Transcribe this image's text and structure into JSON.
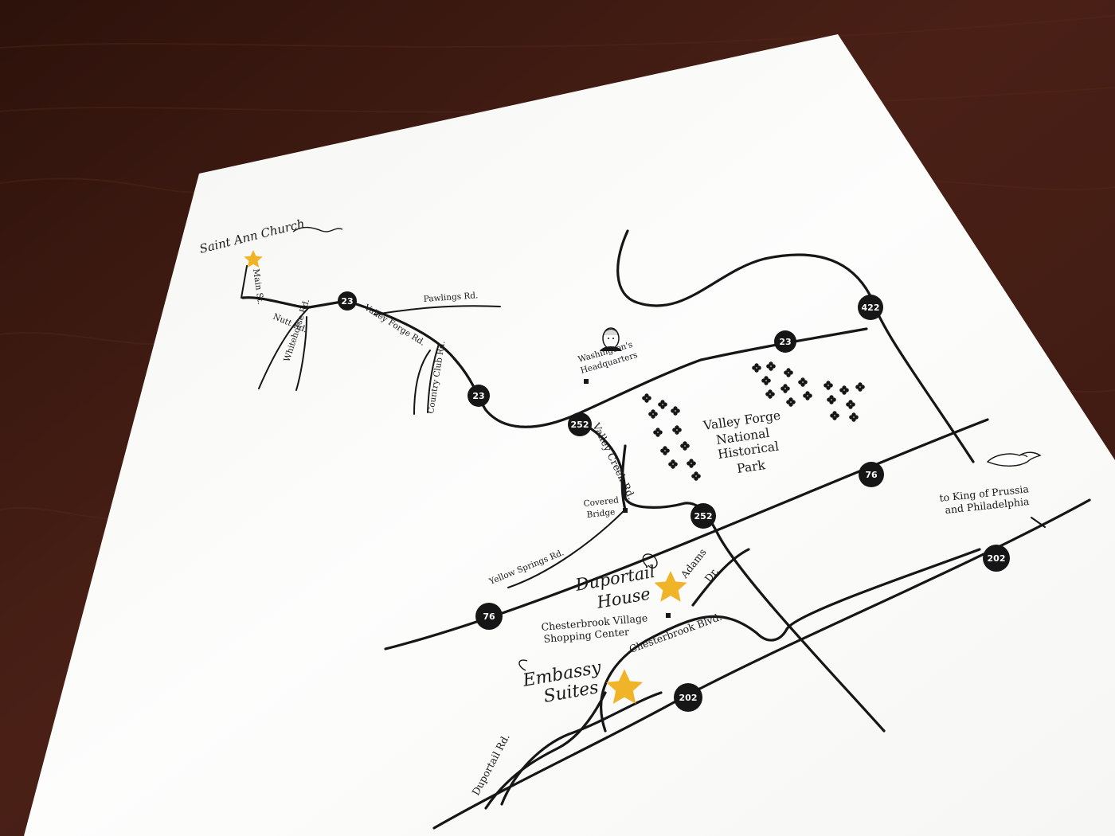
{
  "map": {
    "colors": {
      "paper": "#fcfcfa",
      "ink": "#161616",
      "star": "#f0b429",
      "table": "#3a1a12"
    },
    "places": {
      "saint_ann_church": "Saint Ann Church",
      "washingtons_hq_line1": "Washington's",
      "washingtons_hq_line2": "Headquarters",
      "park_line1": "Valley Forge",
      "park_line2": "National",
      "park_line3": "Historical",
      "park_line4": "Park",
      "covered_bridge_line1": "Covered",
      "covered_bridge_line2": "Bridge",
      "duportail_line1": "Duportail",
      "duportail_line2": "House",
      "chesterbrook_line1": "Chesterbrook Village",
      "chesterbrook_line2": "Shopping Center",
      "embassy_line1": "Embassy",
      "embassy_line2": "Suites",
      "kop_line1": "to King of Prussia",
      "kop_line2": "and Philadelphia"
    },
    "roads": {
      "main_st": "Main St.",
      "nutt_rd": "Nutt Rd.",
      "whitehorse_rd": "Whitehorse Rd.",
      "valley_forge_rd": "Valley Forge Rd.",
      "pawlings_rd": "Pawlings Rd.",
      "country_club_rd": "Country Club Rd.",
      "valley_creek_rd": "Valley Creek Rd.",
      "yellow_springs_rd": "Yellow Springs Rd.",
      "adams_dr_line1": "Adams",
      "adams_dr_line2": "Dr.",
      "chesterbrook_blvd": "Chesterbrook Blvd.",
      "duportail_rd": "Duportail Rd."
    },
    "shields": {
      "r23_a": "23",
      "r23_b": "23",
      "r23_c": "23",
      "r252_a": "252",
      "r252_b": "252",
      "r422": "422",
      "r76_a": "76",
      "r76_b": "76",
      "r202_a": "202",
      "r202_b": "202"
    },
    "icons": [
      "star-icon",
      "washington-portrait-icon",
      "tree-cluster-icon",
      "eagle-icon",
      "square-marker-icon"
    ]
  }
}
